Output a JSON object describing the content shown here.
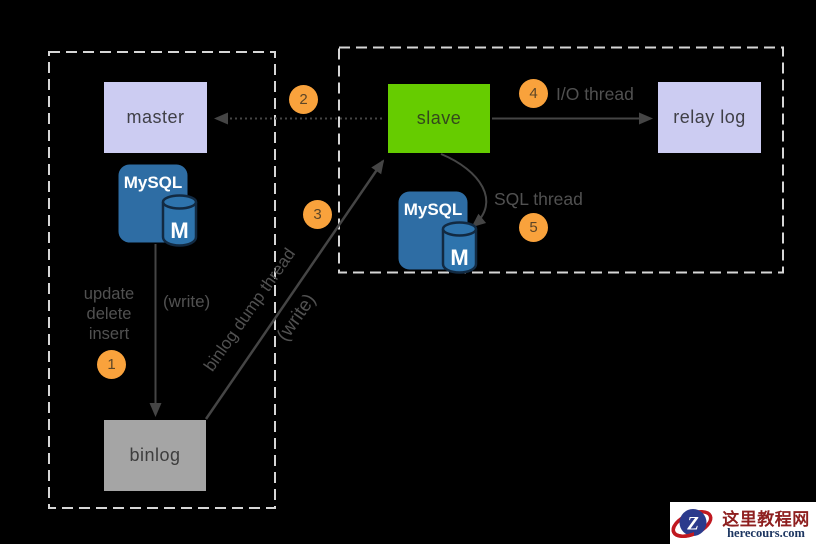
{
  "diagram": {
    "boxes": {
      "master": "master",
      "slave": "slave",
      "relay_log": "relay log",
      "binlog": "binlog"
    },
    "labels": {
      "update": "update",
      "delete": "delete",
      "insert": "insert",
      "write_vertical": "(write)",
      "binlog_dump_thread": "binlog dump thread",
      "write_diagonal": "(write)",
      "io_thread": "I/O thread",
      "sql_thread": "SQL thread"
    },
    "steps": [
      "1",
      "2",
      "3",
      "4",
      "5"
    ],
    "mysql_logo": {
      "title": "MySQL",
      "badge": "M"
    }
  },
  "watermark": {
    "site_name": "这里教程网",
    "site_url": "herecours.com",
    "logo_letter": "Z"
  },
  "colors": {
    "background": "#000000",
    "lavender_box": "#ccccf2",
    "slave_green": "#66cc00",
    "binlog_gray": "#a5a5a5",
    "step_orange": "#f9a23c",
    "mysql_blue": "#2e6da4",
    "mysql_navy": "#122a42",
    "arrow_gray": "#454545",
    "label_gray": "#515151",
    "dashed_border": "#d6d6d6",
    "watermark_red": "#c01820",
    "watermark_navy_circle": "#2b3a8c",
    "watermark_title_red": "#8e1f1f",
    "watermark_url_navy": "#1c3560"
  }
}
